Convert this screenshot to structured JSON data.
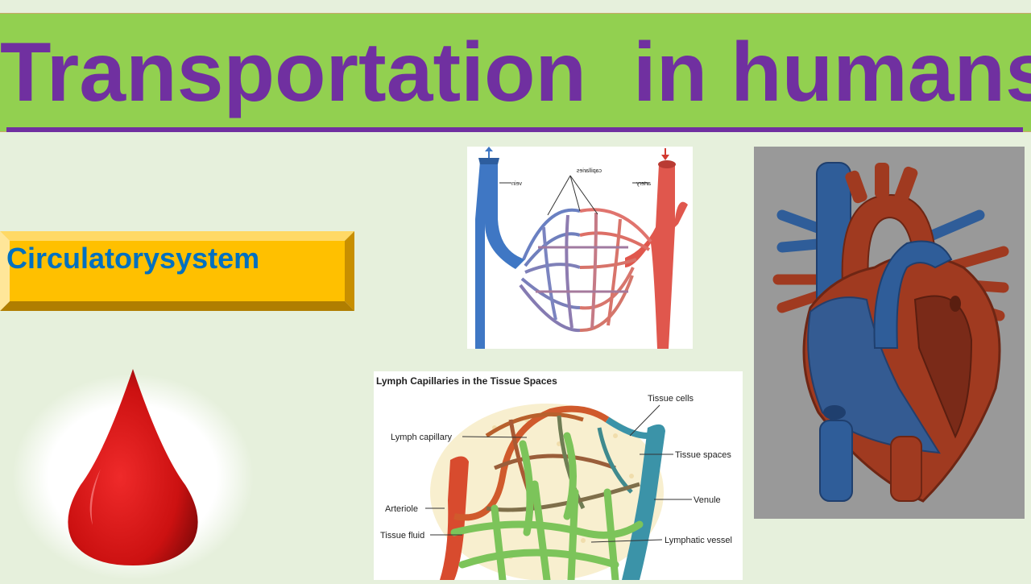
{
  "title": "Transportation  in humans",
  "label": "Circulatorysystem",
  "capillary_figure": {
    "labels": {
      "vein": "vein",
      "capillaries": "capillaries",
      "artery": "artery"
    }
  },
  "lymph_figure": {
    "heading": "Lymph Capillaries in the Tissue Spaces",
    "labels": {
      "tissue_cells": "Tissue cells",
      "lymph_capillary": "Lymph capillary",
      "tissue_spaces": "Tissue spaces",
      "arteriole": "Arteriole",
      "venule": "Venule",
      "tissue_fluid": "Tissue fluid",
      "lymphatic_vessel": "Lymphatic vessel"
    }
  },
  "colors": {
    "title_bar": "#92d050",
    "title_text": "#7030a0",
    "label_box": "#ffc000",
    "label_text": "#0070c0",
    "background": "#e6f0dc"
  }
}
